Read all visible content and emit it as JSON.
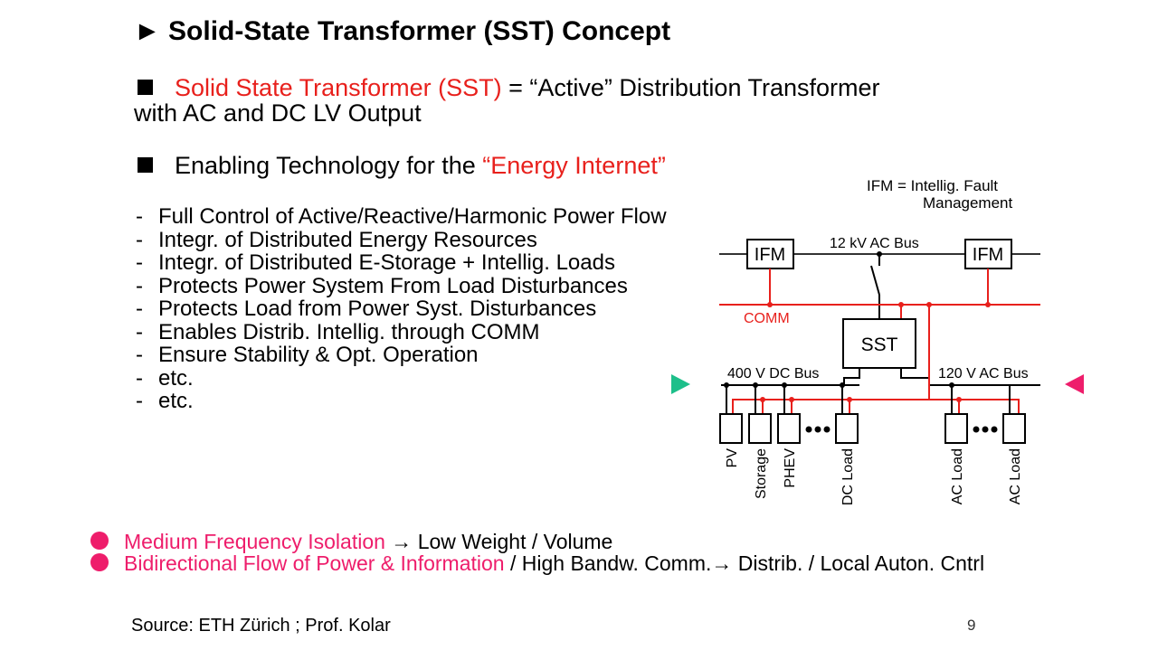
{
  "slide": {
    "title": "► Solid-State Transformer (SST) Concept",
    "point1": {
      "red": "Solid State Transformer (SST)",
      "rest": " = “Active” Distribution Transformer",
      "line2": "with AC and DC LV Output"
    },
    "point2": {
      "text": "Enabling Technology for the ",
      "red": "“Energy Internet”"
    },
    "bullets": [
      "Full Control of Active/Reactive/Harmonic Power Flow",
      "Integr. of Distributed Energy Resources",
      "Integr. of Distributed E-Storage + Intellig. Loads",
      "Protects Power System From Load Disturbances",
      "Protects Load from Power Syst. Disturbances",
      "Enables Distrib. Intellig. through COMM",
      "Ensure Stability & Opt. Operation",
      "etc.",
      "etc."
    ],
    "bottom": [
      {
        "pink": "Medium Frequency Isolation",
        "rest": " → Low Weight / Volume"
      },
      {
        "pink": "Bidirectional Flow of Power & Information",
        "rest": " / High Bandw. Comm.→ Distrib. / Local Auton. Cntrl"
      }
    ],
    "source": "Source: ETH Zürich ; Prof. Kolar",
    "page_number": "9"
  },
  "diagram": {
    "ifm_note_line1": "IFM =  Intellig. Fault",
    "ifm_note_line2": "Management",
    "ifm_label": "IFM",
    "bus_12kv": "12 kV AC Bus",
    "comm_label": "COMM",
    "sst_label": "SST",
    "bus_400vdc": "400 V DC Bus",
    "bus_120vac": "120 V AC Bus",
    "loads": [
      "PV",
      "Storage",
      "PHEV",
      "DC Load",
      "AC Load",
      "AC Load"
    ],
    "colors": {
      "comm": "#e8201c",
      "arrow_left": "#1dbf8a",
      "arrow_right": "#ee1d6b"
    }
  }
}
